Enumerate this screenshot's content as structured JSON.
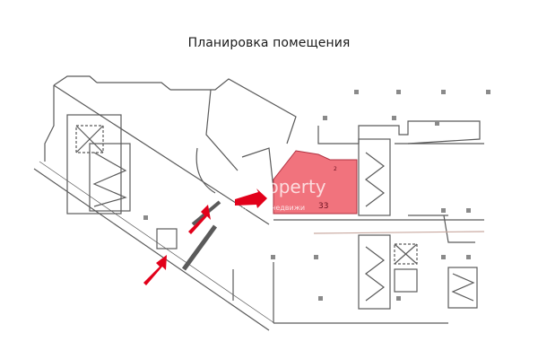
{
  "title": "Планировка помещения",
  "watermark": {
    "brand": "property",
    "tagline": "арочная недвижи"
  },
  "highlighted_room": {
    "labels": [
      "2",
      "33"
    ],
    "color": "#ee5a66"
  },
  "arrows": {
    "count": 3,
    "color": "#e2001a"
  },
  "colors": {
    "wall": "#555555",
    "thin_line": "#777777",
    "accent_line": "#c9a9a0"
  },
  "icons": [
    "entrance-arrow-icon",
    "entrance-arrow-icon",
    "entrance-arrow-icon"
  ]
}
